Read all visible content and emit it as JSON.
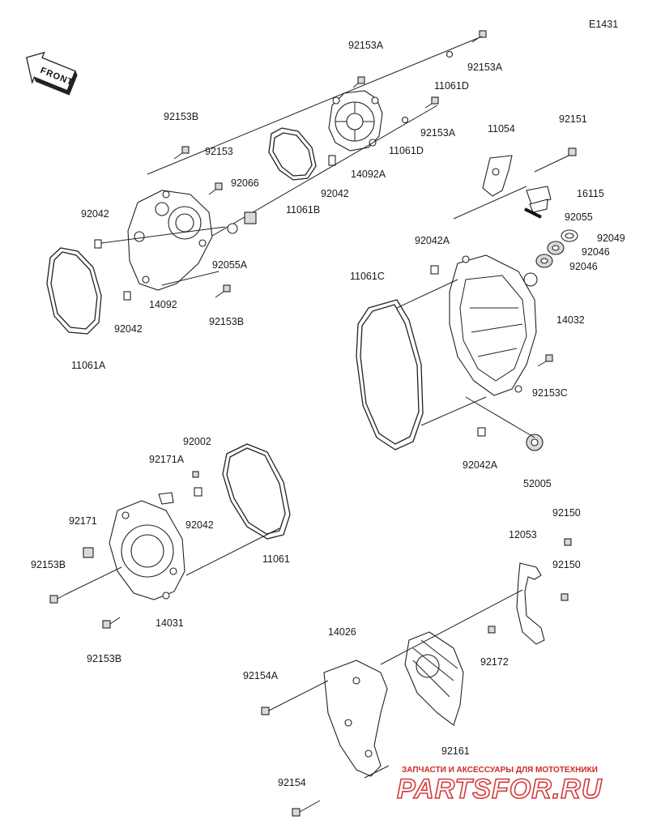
{
  "diagram_code": "E1431",
  "front_label": "FRONT",
  "labels": {
    "p92153A_top": "92153A",
    "p92153A_right": "92153A",
    "p11061D_top": "11061D",
    "p92153A_mid": "92153A",
    "p11061D_mid": "11061D",
    "p14092A": "14092A",
    "p92042_a": "92042",
    "p11061B": "11061B",
    "p92153B_top": "92153B",
    "p92153": "92153",
    "p92066": "92066",
    "p92042_left": "92042",
    "p92055A": "92055A",
    "p14092": "14092",
    "p92042_b": "92042",
    "p92153B_mid": "92153B",
    "p11061A": "11061A",
    "p11054": "11054",
    "p92151": "92151",
    "p16115": "16115",
    "p92055": "92055",
    "p92042A_top": "92042A",
    "p92049": "92049",
    "p92046_a": "92046",
    "p92046_b": "92046",
    "p11061C": "11061C",
    "p14032": "14032",
    "p92153C": "92153C",
    "p92042A_bot": "92042A",
    "p52005": "52005",
    "p92002": "92002",
    "p92171A": "92171A",
    "p92042_c": "92042",
    "p92171": "92171",
    "p92153B_left": "92153B",
    "p11061": "11061",
    "p14031": "14031",
    "p92153B_bot": "92153B",
    "p92150_top": "92150",
    "p12053": "12053",
    "p92150_bot": "92150",
    "p14026": "14026",
    "p92154A": "92154A",
    "p92172": "92172",
    "p92161": "92161",
    "p92154": "92154"
  },
  "watermark": {
    "tagline": "ЗАПЧАСТИ И АКСЕССУАРЫ ДЛЯ МОТОТЕХНИКИ",
    "brand": "PARTSFOR.RU",
    "brand_color": "#d43a3a"
  }
}
